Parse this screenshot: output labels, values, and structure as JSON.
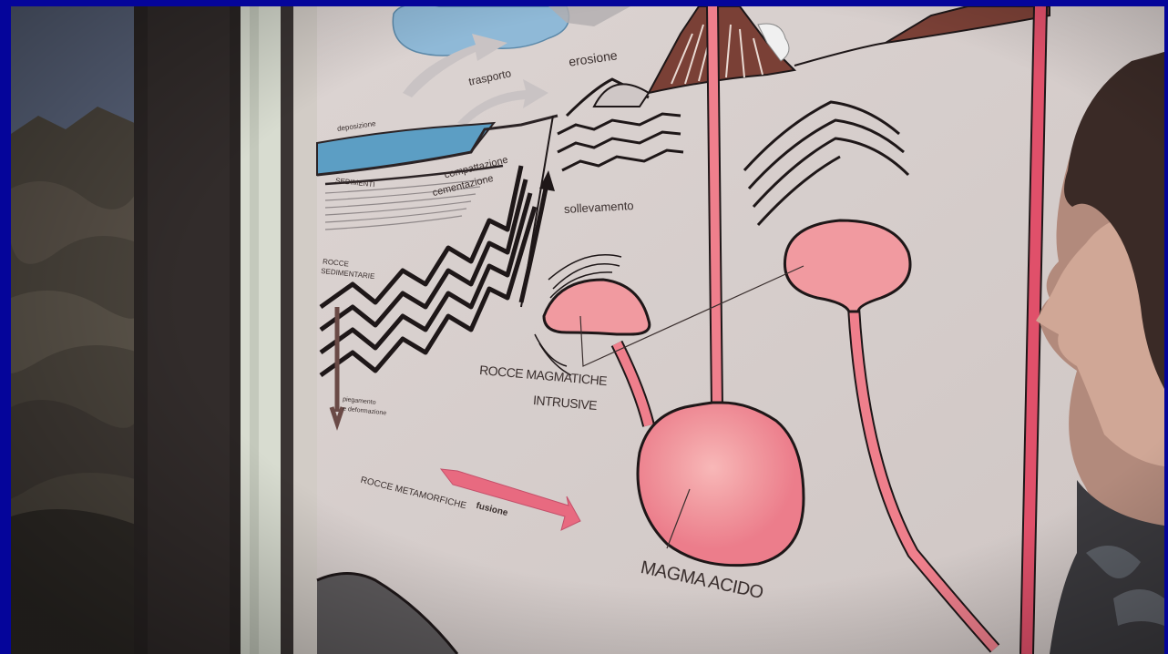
{
  "poster": {
    "labels": {
      "trasporto": "trasporto",
      "erosione": "erosione",
      "deposizione": "deposizione",
      "sedimenti": "SEDIMENTI",
      "compattazione": "compattazione",
      "cementazione": "cementazione",
      "sollevamento": "sollevamento",
      "rocce_sedimentarie_1": "ROCCE",
      "rocce_sedimentarie_2": "SEDIMENTARIE",
      "piegamento_1": "piegamento",
      "piegamento_2": "e deformazione",
      "rocce_magmatiche_1": "ROCCE MAGMATICHE",
      "rocce_magmatiche_2": "INTRUSIVE",
      "rocce_metamorfiche": "ROCCE METAMORFICHE",
      "fusione": "fusione",
      "magma_acido": "MAGMA ACIDO"
    }
  },
  "colors": {
    "background_frame": "#05059a",
    "poster_bg": "#d8d0cc",
    "magma_pink": "#ef7f8c",
    "magma_light": "#f4a3a8",
    "water_blue": "#5c9ec4",
    "red_line": "#e0506a"
  }
}
